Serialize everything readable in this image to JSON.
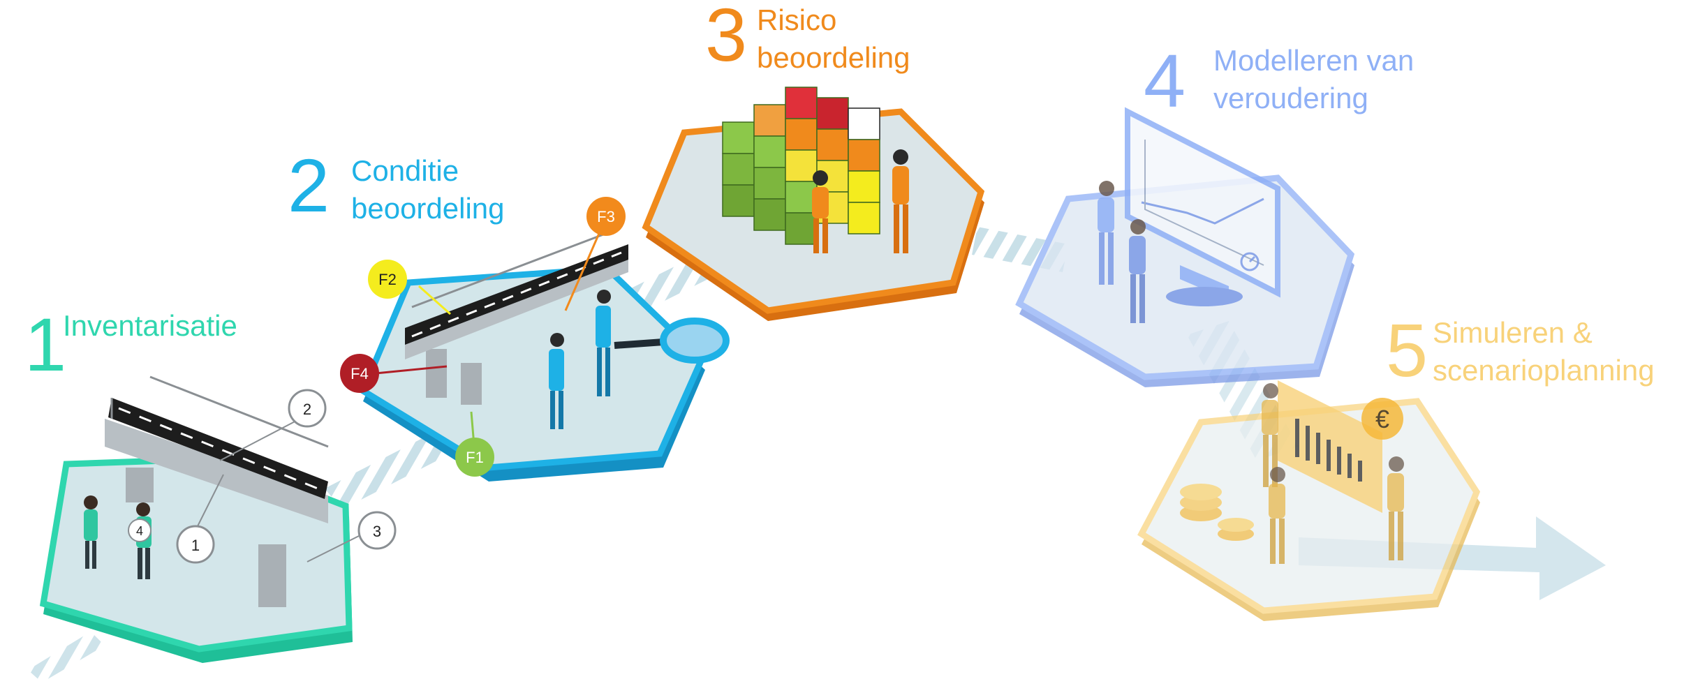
{
  "steps": [
    {
      "number": "1",
      "title": "Inventarisatie",
      "color": "#2fd6ae"
    },
    {
      "number": "2",
      "title": "Conditie\nbeoordeling",
      "color": "#1eb1e6"
    },
    {
      "number": "3",
      "title": "Risico\nbeoordeling",
      "color": "#f08a1c"
    },
    {
      "number": "4",
      "title": "Modelleren van\nveroudering",
      "color": "#8fb0f6"
    },
    {
      "number": "5",
      "title": "Simuleren &\nscenarioplanning",
      "color": "#f8d27a"
    }
  ],
  "inventory_markers": [
    "1",
    "2",
    "3",
    "4"
  ],
  "condition_markers": {
    "F1": "F1",
    "F2": "F2",
    "F3": "F3",
    "F4": "F4"
  },
  "marker_colors": {
    "F1": "#8cc84a",
    "F2": "#f4ec1e",
    "F3": "#f28a1c",
    "F4": "#b01e26"
  },
  "currency_symbol": "€",
  "icons": [
    "bridge-icon",
    "magnifier-icon",
    "risk-matrix-icon",
    "monitor-chart-icon",
    "coins-icon",
    "bar-chart-board-icon",
    "euro-badge-icon",
    "timer-icon"
  ]
}
